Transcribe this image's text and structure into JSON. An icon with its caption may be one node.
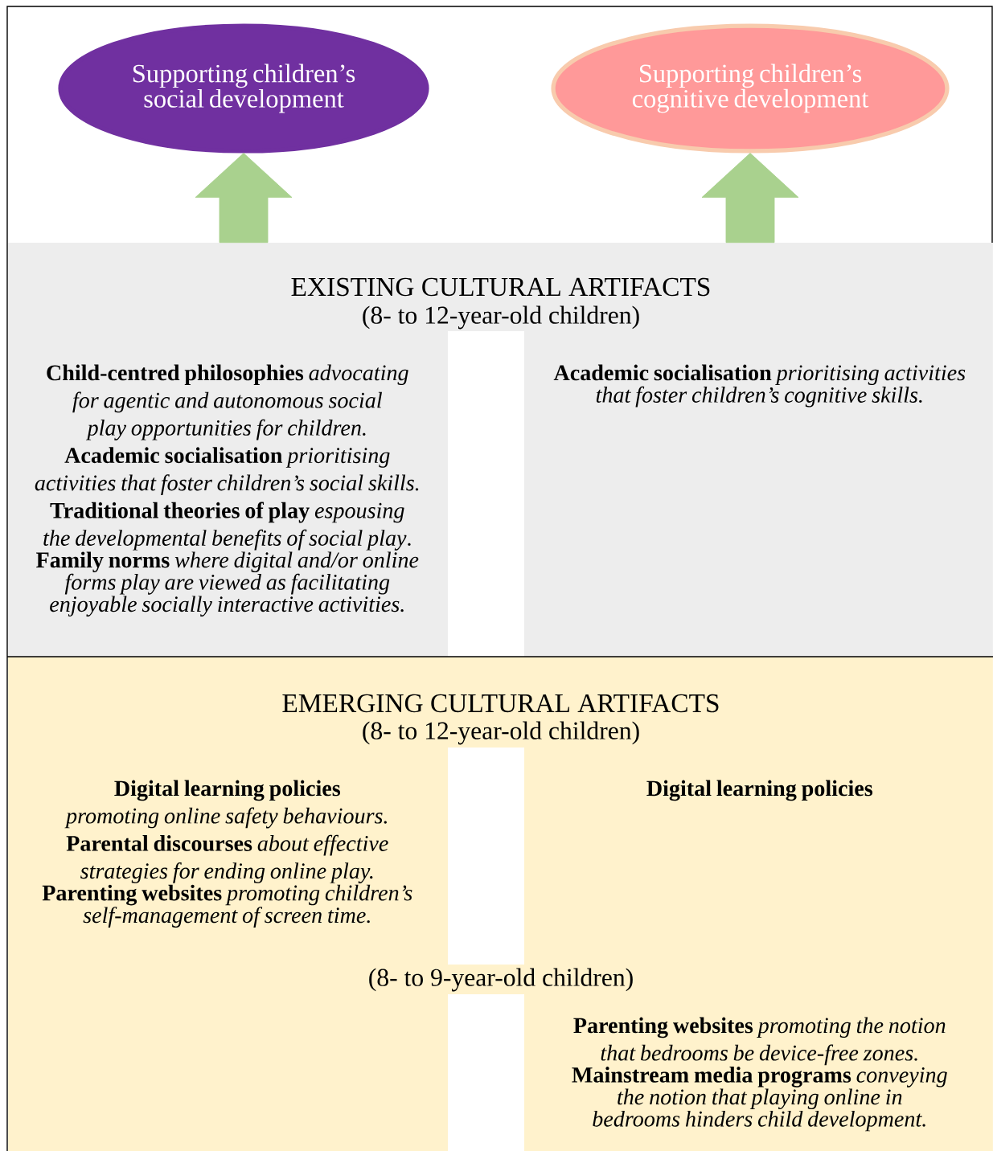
{
  "diagram": {
    "nodes": [
      {
        "text": [
          "Supporting children’s social development"
        ]
      },
      {
        "text": [
          "Supporting children’s cognitive development"
        ]
      },
      {
        "text": [
          "EXISTING CULTURAL ARTIFACTS",
          "(8- to 12-year-old children)"
        ]
      },
      {
        "text": [
          "**Child-centred philosophies** *advocating for agentic and autonomous social play opportunities for children.*",
          "**Academic socialisation** *prioritising activities that foster children’s social skills.*",
          "**Traditional theories of play** *espousing the developmental benefits of social play*.",
          "**Family norms** *where digital and/or online forms play are viewed as facilitating enjoyable socially interactive activities.*"
        ],
        "in": 2
      },
      {
        "text": [
          "**Academic socialisation** *prioritising activities that foster children’s cognitive skills.*"
        ],
        "in": 2
      },
      {
        "text": [
          "EMERGING CULTURAL ARTIFACTS",
          "(8- to 12-year-old children)"
        ]
      },
      {
        "text": [
          "**Digital learning policies** *promoting online safety behaviours.*",
          "**Parental discourses** *about effective strategies for ending online play.*",
          "**Parenting websites** *promoting children’s self-management of screen time.*"
        ],
        "in": 5
      },
      {
        "text": [
          "**Digital learning policies**"
        ],
        "in": 5
      },
      {
        "text": [
          "**Parenting websites** *promoting the notion that bedrooms be device-free zones.*",
          "**Mainstream media programs** *conveying the notion that playing online in bedrooms hinders child development.*"
        ],
        "in": 5
      }
    ],
    "edges": [
      {
        "from": 2,
        "to": 0,
        "arrow": "to",
        "style": "thick"
      },
      {
        "from": 2,
        "to": 1,
        "arrow": "to",
        "style": "thick"
      }
    ],
    "labels": [
      "(8- to 9-year-old children)"
    ]
  }
}
